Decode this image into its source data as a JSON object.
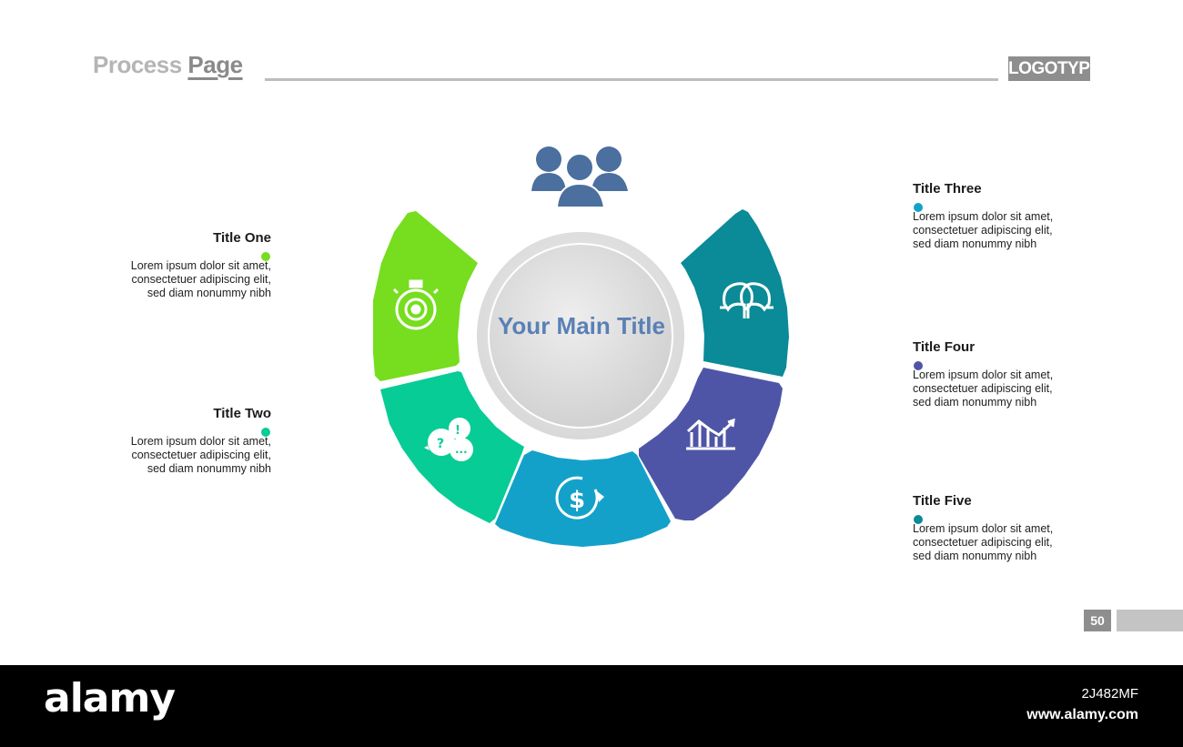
{
  "header": {
    "title_part1": "Process ",
    "title_part2": "Page",
    "logo": "LOGOTYPE"
  },
  "diagram": {
    "center_title": "Your Main Title",
    "top_icon": "people-group-icon",
    "segments": [
      {
        "title": "Title One",
        "icon": "stopwatch-gear-icon",
        "color": "#76dd1f"
      },
      {
        "title": "Title Two",
        "icon": "chat-bubbles-icon",
        "color": "#08cc95"
      },
      {
        "title": "Title Five",
        "icon": "dollar-cycle-icon",
        "color": "#14a1c9"
      },
      {
        "title": "Title Four",
        "icon": "bar-chart-icon",
        "color": "#4f55a6"
      },
      {
        "title": "Title Three",
        "icon": "two-heads-icon",
        "color": "#0b8a97"
      }
    ]
  },
  "labels": {
    "one": {
      "title": "Title One",
      "text": "Lorem ipsum dolor sit amet,\nconsectetuer adipiscing elit,\nsed diam nonummy nibh",
      "color": "#76dd1f"
    },
    "two": {
      "title": "Title Two",
      "text": "Lorem ipsum dolor sit amet,\nconsectetuer adipiscing elit,\nsed diam nonummy nibh",
      "color": "#08cc95"
    },
    "three": {
      "title": "Title Three",
      "text": "Lorem ipsum dolor sit amet,\nconsectetuer adipiscing elit,\nsed diam nonummy nibh",
      "color": "#14a1c9"
    },
    "four": {
      "title": "Title Four",
      "text": "Lorem ipsum dolor sit amet,\nconsectetuer adipiscing elit,\nsed diam nonummy nibh",
      "color": "#4f55a6"
    },
    "five": {
      "title": "Title Five",
      "text": "Lorem ipsum dolor sit amet,\nconsectetuer adipiscing elit,\nsed diam nonummy nibh",
      "color": "#0b8a97"
    }
  },
  "page_number": "50",
  "footer": {
    "brand": "alamy",
    "image_id": "2J482MF",
    "url": "www.alamy.com"
  }
}
